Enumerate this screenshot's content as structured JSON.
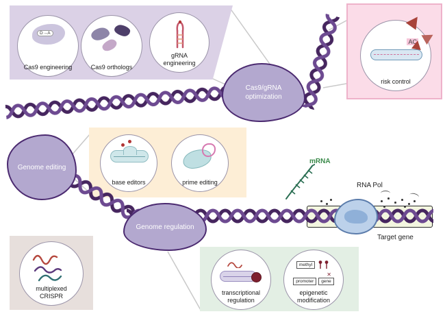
{
  "optimization_blob": {
    "label": "Cas9/gRNA optimization"
  },
  "genome_editing_blob": {
    "label": "Genome editing"
  },
  "genome_regulation_blob": {
    "label": "Genome regulation"
  },
  "optimization_panel": {
    "circles": [
      {
        "label": "Cas9 engineering",
        "tag": "D→A"
      },
      {
        "label": "Cas9 orthologs"
      },
      {
        "label": "gRNA engineering"
      }
    ]
  },
  "risk_panel": {
    "label": "risk control",
    "tag": "AC"
  },
  "editing_panel": {
    "circles": [
      {
        "label": "base editors"
      },
      {
        "label": "prime editing"
      }
    ]
  },
  "multiplex_panel": {
    "label": "multiplexed CRISPR"
  },
  "regulation_panel": {
    "circles": [
      {
        "label": "transcriptional regulation"
      },
      {
        "label": "epigenetic modification"
      }
    ],
    "epigenetic_labels": {
      "methyl": "methyl",
      "promoter": "promoter",
      "gene": "gene"
    }
  },
  "gene_area": {
    "mrna_label": "mRNA",
    "rna_pol_label": "RNA Pol",
    "target_gene_label": "Target gene"
  },
  "colors": {
    "helix": "#46265f",
    "blob_fill": "#b3a8cf",
    "blob_border": "#4b2a70",
    "panel_lavender": "#dbd1e6",
    "panel_pink": "#fbdce8",
    "panel_cream": "#fdeed6",
    "panel_beige": "#e7dfdc",
    "panel_green": "#e3efe4",
    "mrna_green": "#3a8a4a",
    "alert_red": "#a8433a"
  }
}
